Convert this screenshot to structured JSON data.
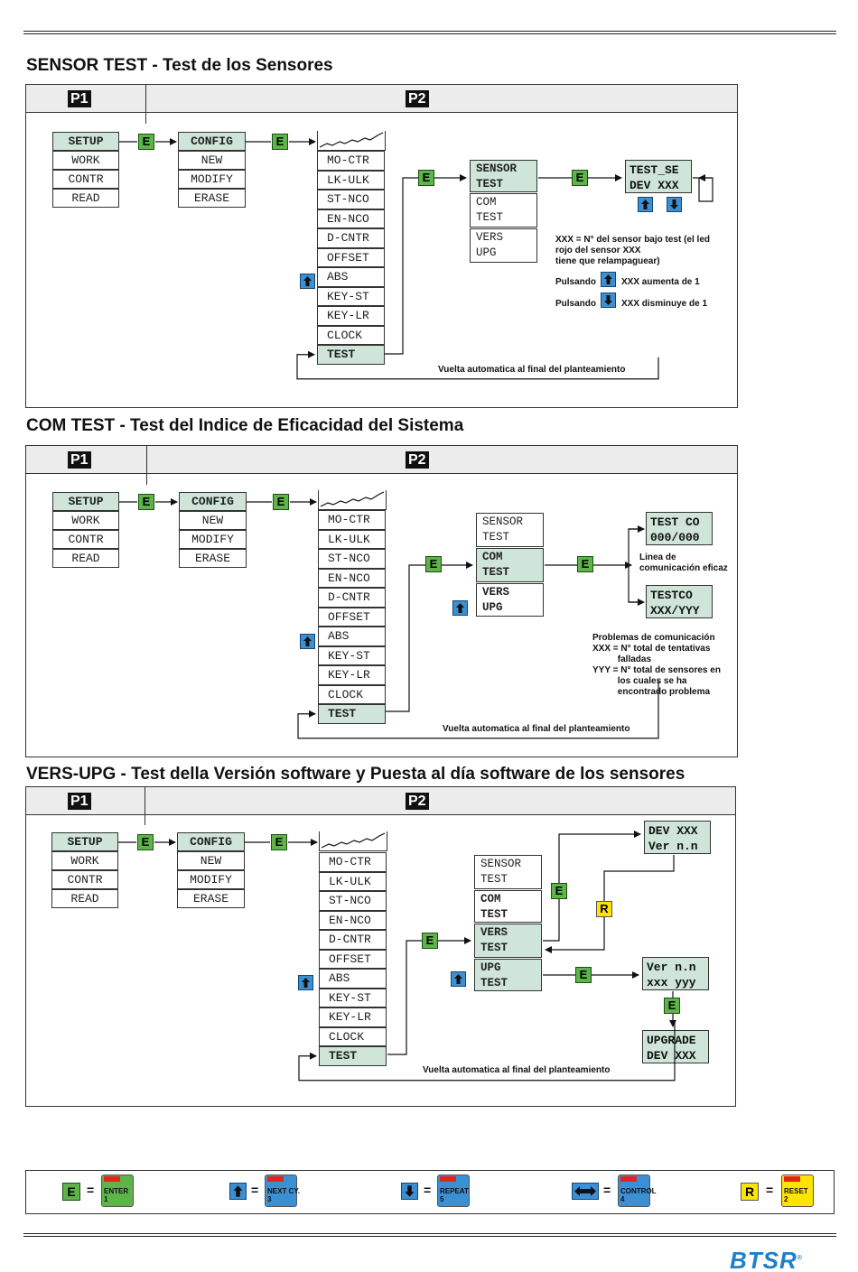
{
  "common": {
    "p1": "P1",
    "p2": "P2",
    "e": "E",
    "r": "R",
    "setup_menu": [
      "SETUP",
      "WORK",
      "CONTR",
      "READ"
    ],
    "config_menu": [
      "CONFIG",
      "NEW",
      "MODIFY",
      "ERASE"
    ],
    "p2_menu": [
      "MO-CTR",
      "LK-ULK",
      "ST-NCO",
      "EN-NCO",
      "D-CNTR",
      "OFFSET",
      "ABS",
      "KEY-ST",
      "KEY-LR",
      "CLOCK",
      "TEST"
    ],
    "loop_note": "Vuelta automatica al final del planteamiento"
  },
  "section1": {
    "title": "SENSOR TEST - Test de los Sensores",
    "opt_sensor": "SENSOR\nTEST",
    "opt_com": "COM\nTEST",
    "opt_vers": "VERS\nUPG",
    "lcd": "TEST_SE\nDEV XXX",
    "note_xxx": "XXX = N° del sensor bajo test (el led\nrojo del sensor XXX\ntiene que relampaguear)",
    "pulsando": "Pulsando",
    "note_up": "XXX aumenta de 1",
    "note_down": "XXX disminuye de 1"
  },
  "section2": {
    "title": "COM TEST - Test del Indice de Eficacidad del Sistema",
    "opt_sensor": "SENSOR\nTEST",
    "opt_com": "COM\nTEST",
    "opt_vers": "VERS\nUPG",
    "lcd_ok": "TEST CO\n000/000",
    "lcd_err": "TESTCO\nXXX/YYY",
    "note_line": "Linea de\ncomunicación eficaz",
    "note_prob": "Problemas de comunicación\nXXX = N° total de tentativas\n          falladas\nYYY = N° total de sensores en\n          los cuales se ha\n          encontrado problema"
  },
  "section3": {
    "title": "VERS-UPG - Test della Versión software y Puesta al día software de los sensores",
    "opt_sensor": "SENSOR\nTEST",
    "opt_com": "COM\nTEST",
    "opt_vers": "VERS\nTEST",
    "opt_upg": "UPG\nTEST",
    "lcd_dev": "DEV XXX\nVer n.n",
    "lcd_ver": "Ver n.n\nxxx yyy",
    "lcd_upgrade": "UPGRADE\nDEV XXX"
  },
  "legend": {
    "eq": "=",
    "keys": [
      {
        "label": "ENTER\n1",
        "color": "#5db54a"
      },
      {
        "label": "NEXT CY.\n3",
        "color": "#3d8fd3"
      },
      {
        "label": "REPEAT\n5",
        "color": "#3d8fd3"
      },
      {
        "label": "CONTROL\n4",
        "color": "#3d8fd3"
      },
      {
        "label": "RESET\n2",
        "color": "#ffe400"
      }
    ]
  },
  "logo": {
    "text": "BTSR",
    "mark": "®"
  },
  "colors": {
    "lcd_bg": "#cfe5d9",
    "enter_green": "#5db54a",
    "arrow_blue": "#3d8fd3",
    "reset_yellow": "#ffe400",
    "led_red": "#e1241c"
  }
}
